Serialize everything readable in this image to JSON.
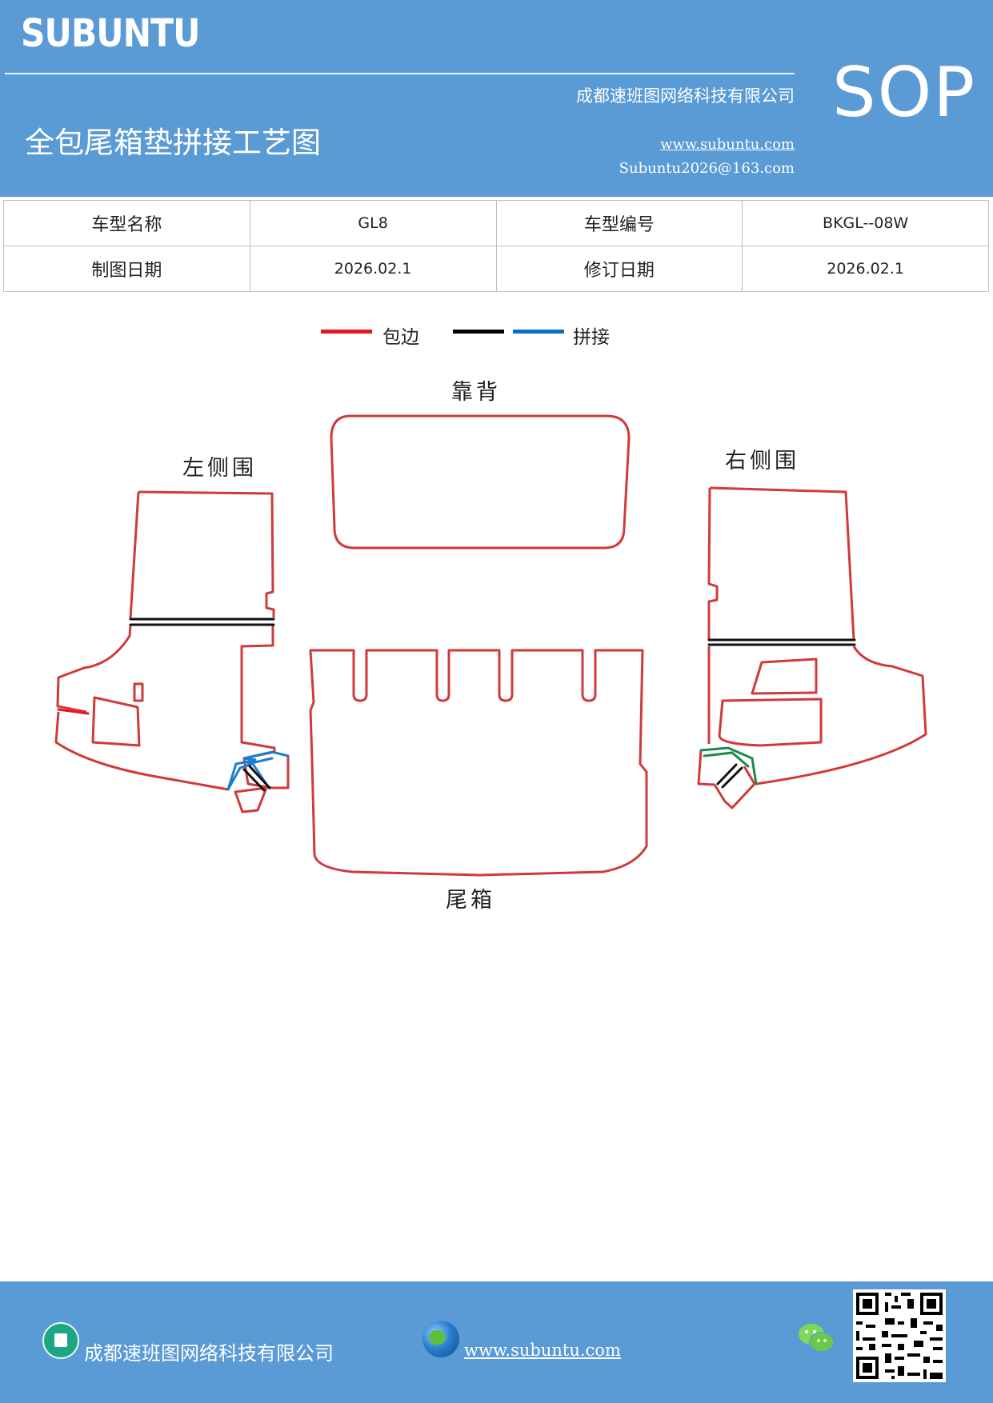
{
  "header": {
    "brand": "SUBUNTU",
    "company": "成都速班图网络科技有限公司",
    "title": "全包尾箱垫拼接工艺图",
    "url": "www.subuntu.com",
    "email": "Subuntu2026@163.com",
    "badge": "SOP"
  },
  "info_table": {
    "model_name_label": "车型名称",
    "model_name": "GL8",
    "model_code_label": "车型编号",
    "model_code": "BKGL--08W",
    "draw_date_label": "制图日期",
    "draw_date": "2026.02.1",
    "revise_date_label": "修订日期",
    "revise_date": "2026.02.1"
  },
  "legend": {
    "items": [
      {
        "label": "包边",
        "color": "#e8141e"
      },
      {
        "label": "",
        "color": "#000000"
      },
      {
        "label": "拼接",
        "color": "#0a6fc2"
      }
    ]
  },
  "parts": {
    "backrest": "靠背",
    "left_side": "左侧围",
    "right_side": "右侧围",
    "trunk": "尾箱"
  },
  "colors": {
    "header_bg": "#5b9bd5",
    "outline": "#d03a3a",
    "seam_black": "#111111",
    "seam_blue": "#1a7fd0",
    "seam_green": "#1a8a4a"
  },
  "footer": {
    "company": "成都速班图网络科技有限公司",
    "url": "www.subuntu.com"
  }
}
